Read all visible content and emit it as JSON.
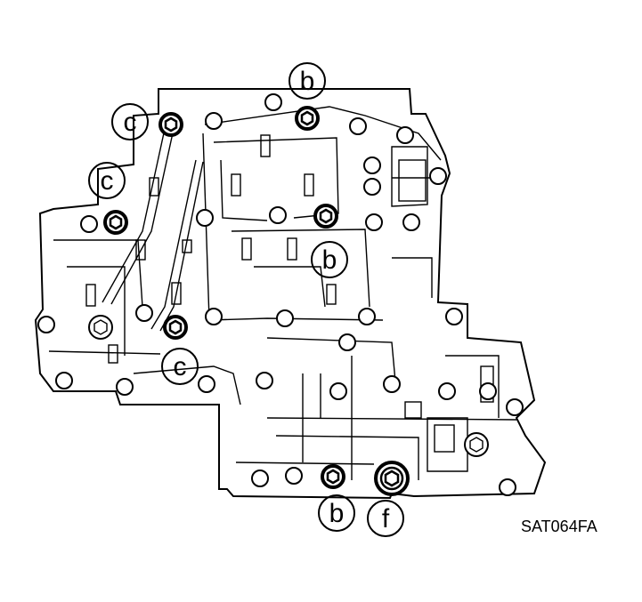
{
  "diagram": {
    "callouts": {
      "b_top": "b",
      "b_center": "b",
      "b_bottom": "b",
      "c_upper": "c",
      "c_middle": "c",
      "c_lower": "c",
      "f_bottom": "f"
    },
    "figure_code": "SAT064FA",
    "colors": {
      "ink": "#000000",
      "paper": "#ffffff"
    }
  }
}
